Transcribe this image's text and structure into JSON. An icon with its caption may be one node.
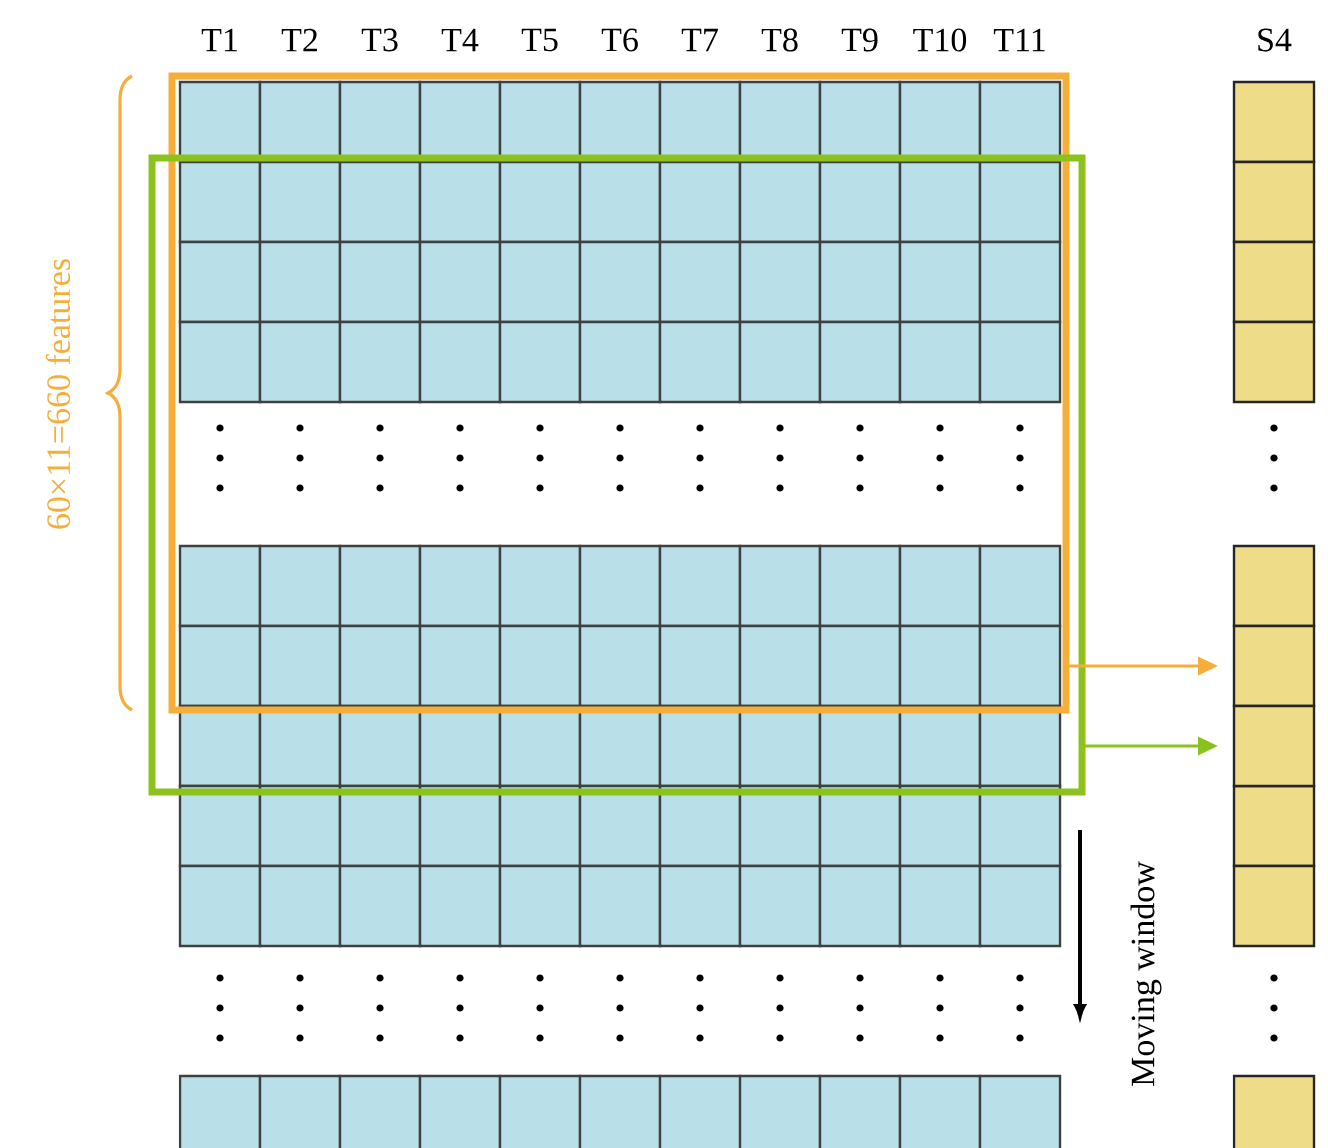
{
  "diagram": {
    "nodes": [
      {
        "text": [],
        "shape": "box"
      },
      {
        "text": [],
        "shape": "box"
      },
      {
        "text": [],
        "shape": "box"
      },
      {
        "text": [],
        "shape": "box"
      }
    ],
    "edges": [
      {
        "from": 0,
        "to": 2,
        "arrow": "to",
        "color": "#f5ae3a"
      },
      {
        "from": 1,
        "to": 3,
        "arrow": "to",
        "color": "#8cc21e"
      }
    ],
    "labels": [
      "T1",
      "T2",
      "T3",
      "T4",
      "T5",
      "T6",
      "T7",
      "T8",
      "T9",
      "T10",
      "T11",
      "S4",
      "60×11=660 features",
      "Moving window"
    ]
  }
}
